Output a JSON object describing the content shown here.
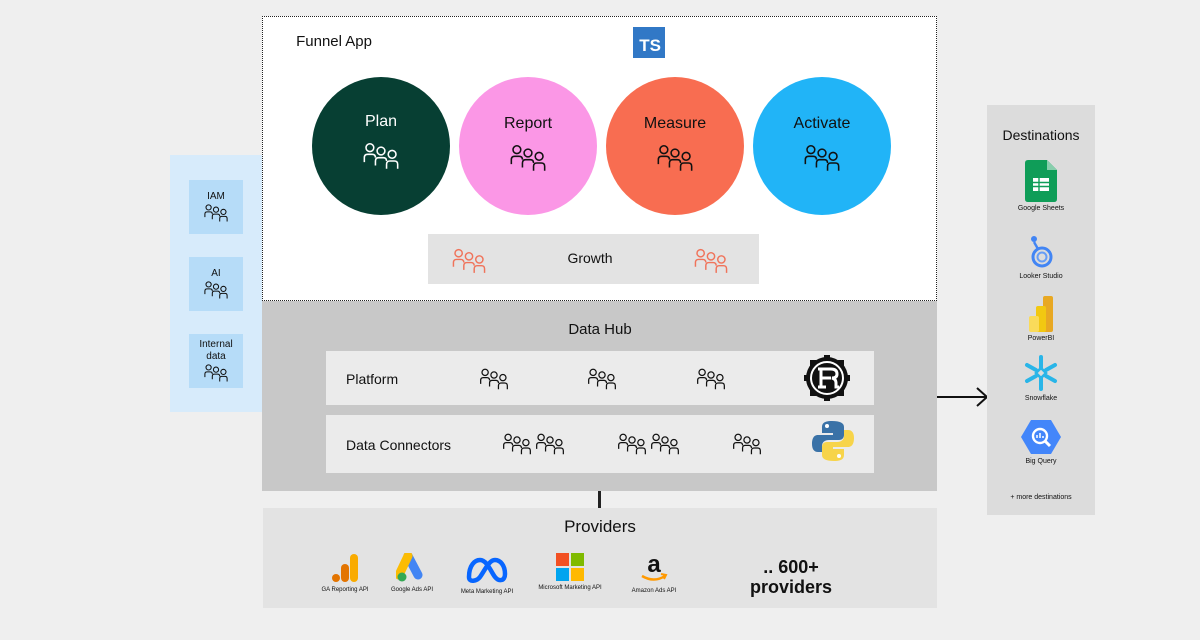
{
  "funnel_app": {
    "title": "Funnel App",
    "badge": "TS",
    "circles": [
      {
        "label": "Plan",
        "color": "#073f33"
      },
      {
        "label": "Report",
        "color": "#fb97e6"
      },
      {
        "label": "Measure",
        "color": "#f86d51"
      },
      {
        "label": "Activate",
        "color": "#21b4f7"
      }
    ],
    "growth_label": "Growth"
  },
  "side_teams": [
    {
      "label": "IAM"
    },
    {
      "label": "AI"
    },
    {
      "label": "Internal data"
    }
  ],
  "data_hub": {
    "title": "Data Hub",
    "rows": [
      {
        "label": "Platform",
        "logo": "rust-icon"
      },
      {
        "label": "Data Connectors",
        "logo": "python-icon"
      }
    ]
  },
  "providers": {
    "title": "Providers",
    "items": [
      {
        "label": "GA Reporting API",
        "icon": "google-analytics-icon"
      },
      {
        "label": "Google Ads API",
        "icon": "google-ads-icon"
      },
      {
        "label": "Meta Marketing API",
        "icon": "meta-icon"
      },
      {
        "label": "Microsoft Marketing API",
        "icon": "microsoft-icon"
      },
      {
        "label": "Amazon Ads API",
        "icon": "amazon-icon"
      }
    ],
    "more_line1": ".. 600+",
    "more_line2": "providers"
  },
  "destinations": {
    "title": "Destinations",
    "items": [
      {
        "label": "Google Sheets",
        "icon": "google-sheets-icon"
      },
      {
        "label": "Looker Studio",
        "icon": "looker-studio-icon"
      },
      {
        "label": "PowerBI",
        "icon": "powerbi-icon"
      },
      {
        "label": "Snowflake",
        "icon": "snowflake-icon"
      },
      {
        "label": "Big Query",
        "icon": "bigquery-icon"
      }
    ],
    "more": "+ more destinations"
  },
  "icon_colors": {
    "growth_people": "#f0735a",
    "team_people": "#111111"
  }
}
